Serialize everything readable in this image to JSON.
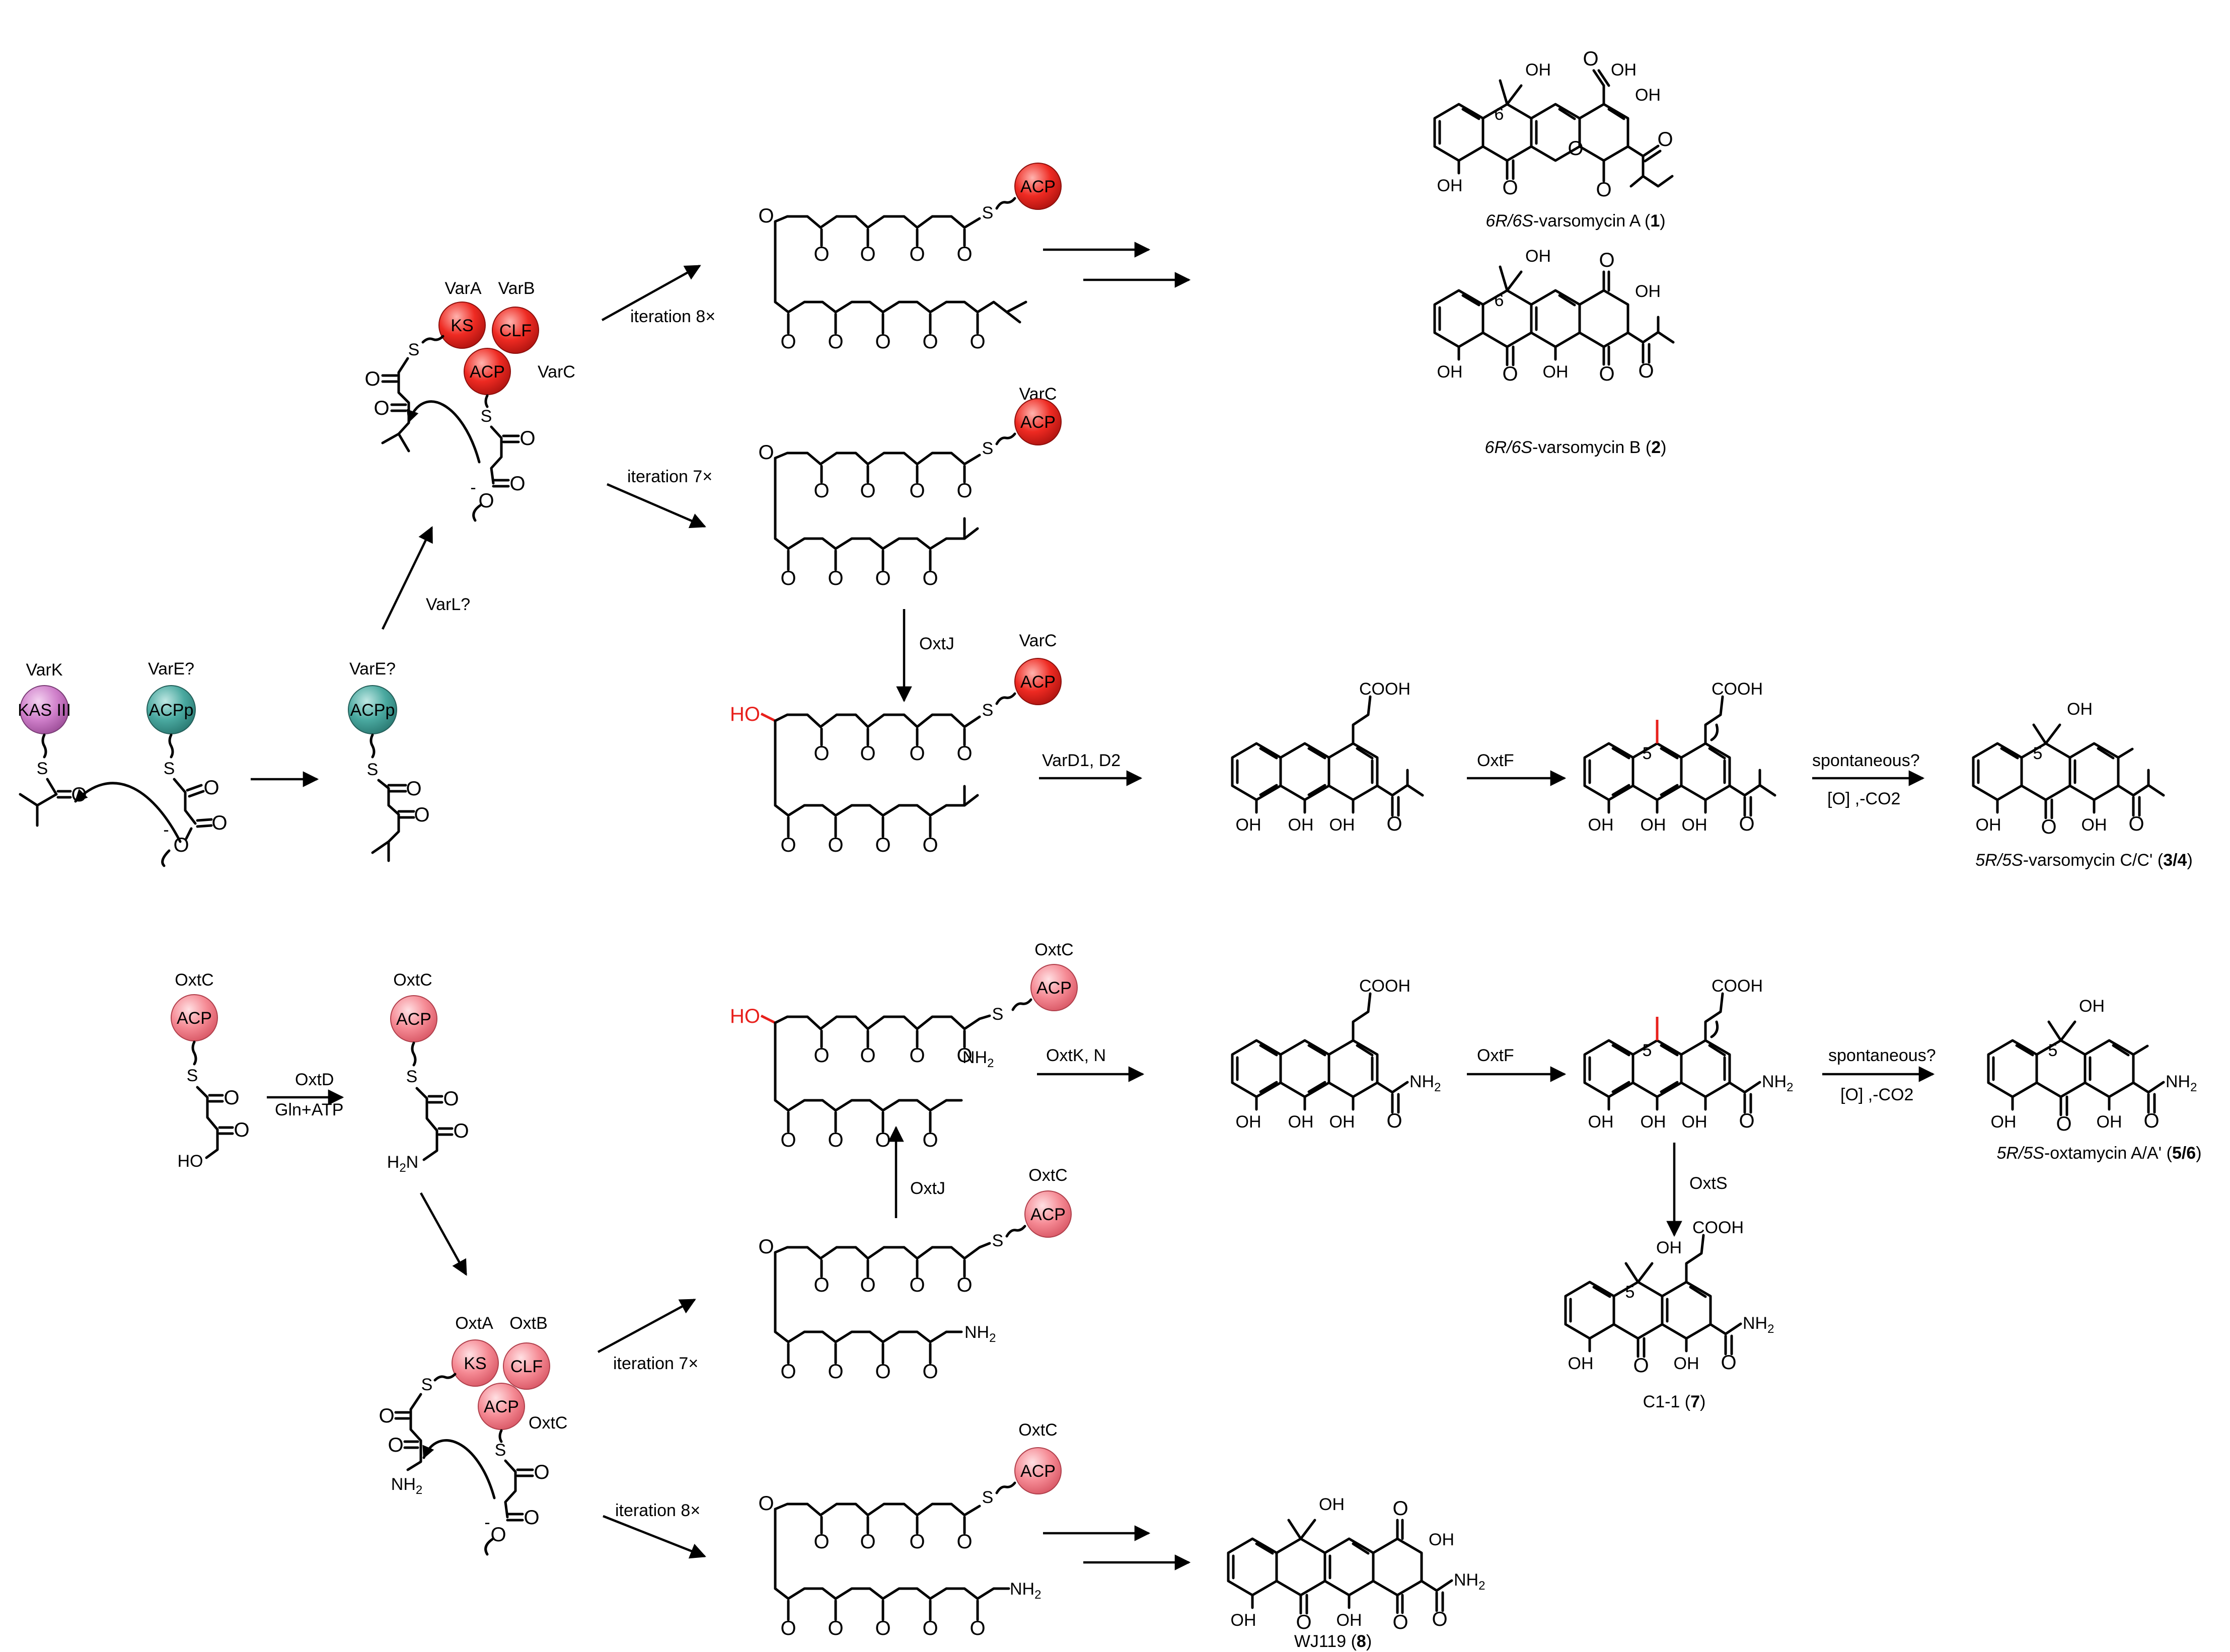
{
  "colors": {
    "var_protein": "#e8201c",
    "oxt_protein": "#f07a84",
    "kasIII": "#c86fc2",
    "acpp": "#3f9f96",
    "hydroxyl_highlight": "#e8201c"
  },
  "proteins": {
    "vark": "VarK",
    "kas3": "KAS III",
    "vare_q": "VarE?",
    "acpp": "ACPp",
    "vara": "VarA",
    "varb": "VarB",
    "varc": "VarC",
    "ks": "KS",
    "clf": "CLF",
    "acp": "ACP",
    "oxta": "OxtA",
    "oxtb": "OxtB",
    "oxtc": "OxtC"
  },
  "atoms": {
    "o": "O",
    "s": "S",
    "oh": "OH",
    "ho": "HO",
    "minus": "-",
    "nh2": "NH",
    "h2n": "H",
    "sub2": "2",
    "cooh": "COOH",
    "locant5": "5",
    "locant6": "6"
  },
  "arrows": {
    "varl": "VarL?",
    "iter8": "iteration 8×",
    "iter7": "iteration 7×",
    "oxtj": "OxtJ",
    "vard": "VarD1, D2",
    "oxtf": "OxtF",
    "spont": "spontaneous?",
    "ox_co2": "[O] ,-CO2",
    "oxtd": "OxtD",
    "glnatp": "Gln+ATP",
    "oxtkn": "OxtK, N",
    "oxts": "OxtS"
  },
  "compounds": {
    "c1": {
      "stereo": "6R/6S",
      "name": "-varsomycin A (",
      "num": "1",
      "close": ")"
    },
    "c2": {
      "stereo": "6R/6S",
      "name": "-varsomycin B (",
      "num": "2",
      "close": ")"
    },
    "c34": {
      "stereo": "5R/5S",
      "name": "-varsomycin C/C' (",
      "num": "3/4",
      "close": ")"
    },
    "c56": {
      "stereo": "5R/5S",
      "name": "-oxtamycin A/A' (",
      "num": "5/6",
      "close": ")"
    },
    "c7": {
      "name": "C1-1 (",
      "num": "7",
      "close": ")"
    },
    "c8": {
      "name": "WJ119 (",
      "num": "8",
      "close": ")"
    }
  }
}
